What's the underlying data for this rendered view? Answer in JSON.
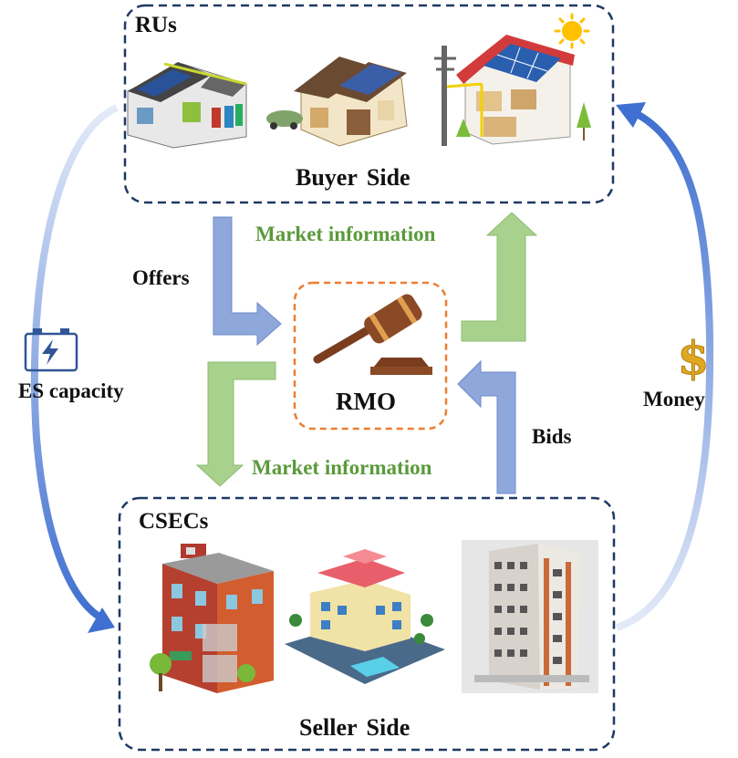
{
  "buyer_group": {
    "title": "RUs",
    "side_label": "Buyer Side"
  },
  "seller_group": {
    "title": "CSECs",
    "side_label": "Seller Side"
  },
  "operator": {
    "label": "RMO"
  },
  "flows": {
    "offers": "Offers",
    "bids": "Bids",
    "market_info_top": "Market information",
    "market_info_bottom": "Market information",
    "es_capacity": "ES capacity",
    "money": "Money"
  },
  "icons": [
    "house-icon",
    "building-icon",
    "gavel-icon",
    "battery-icon",
    "dollar-icon",
    "sun-icon"
  ],
  "colors": {
    "box_border": "#1f3864",
    "rmo_border": "#ed7d31",
    "blue_arrow": "#8fa8dc",
    "green_arrow": "#a9d18e",
    "green_text": "#5a9a3a",
    "curve_arrow": "#5b80d6"
  }
}
